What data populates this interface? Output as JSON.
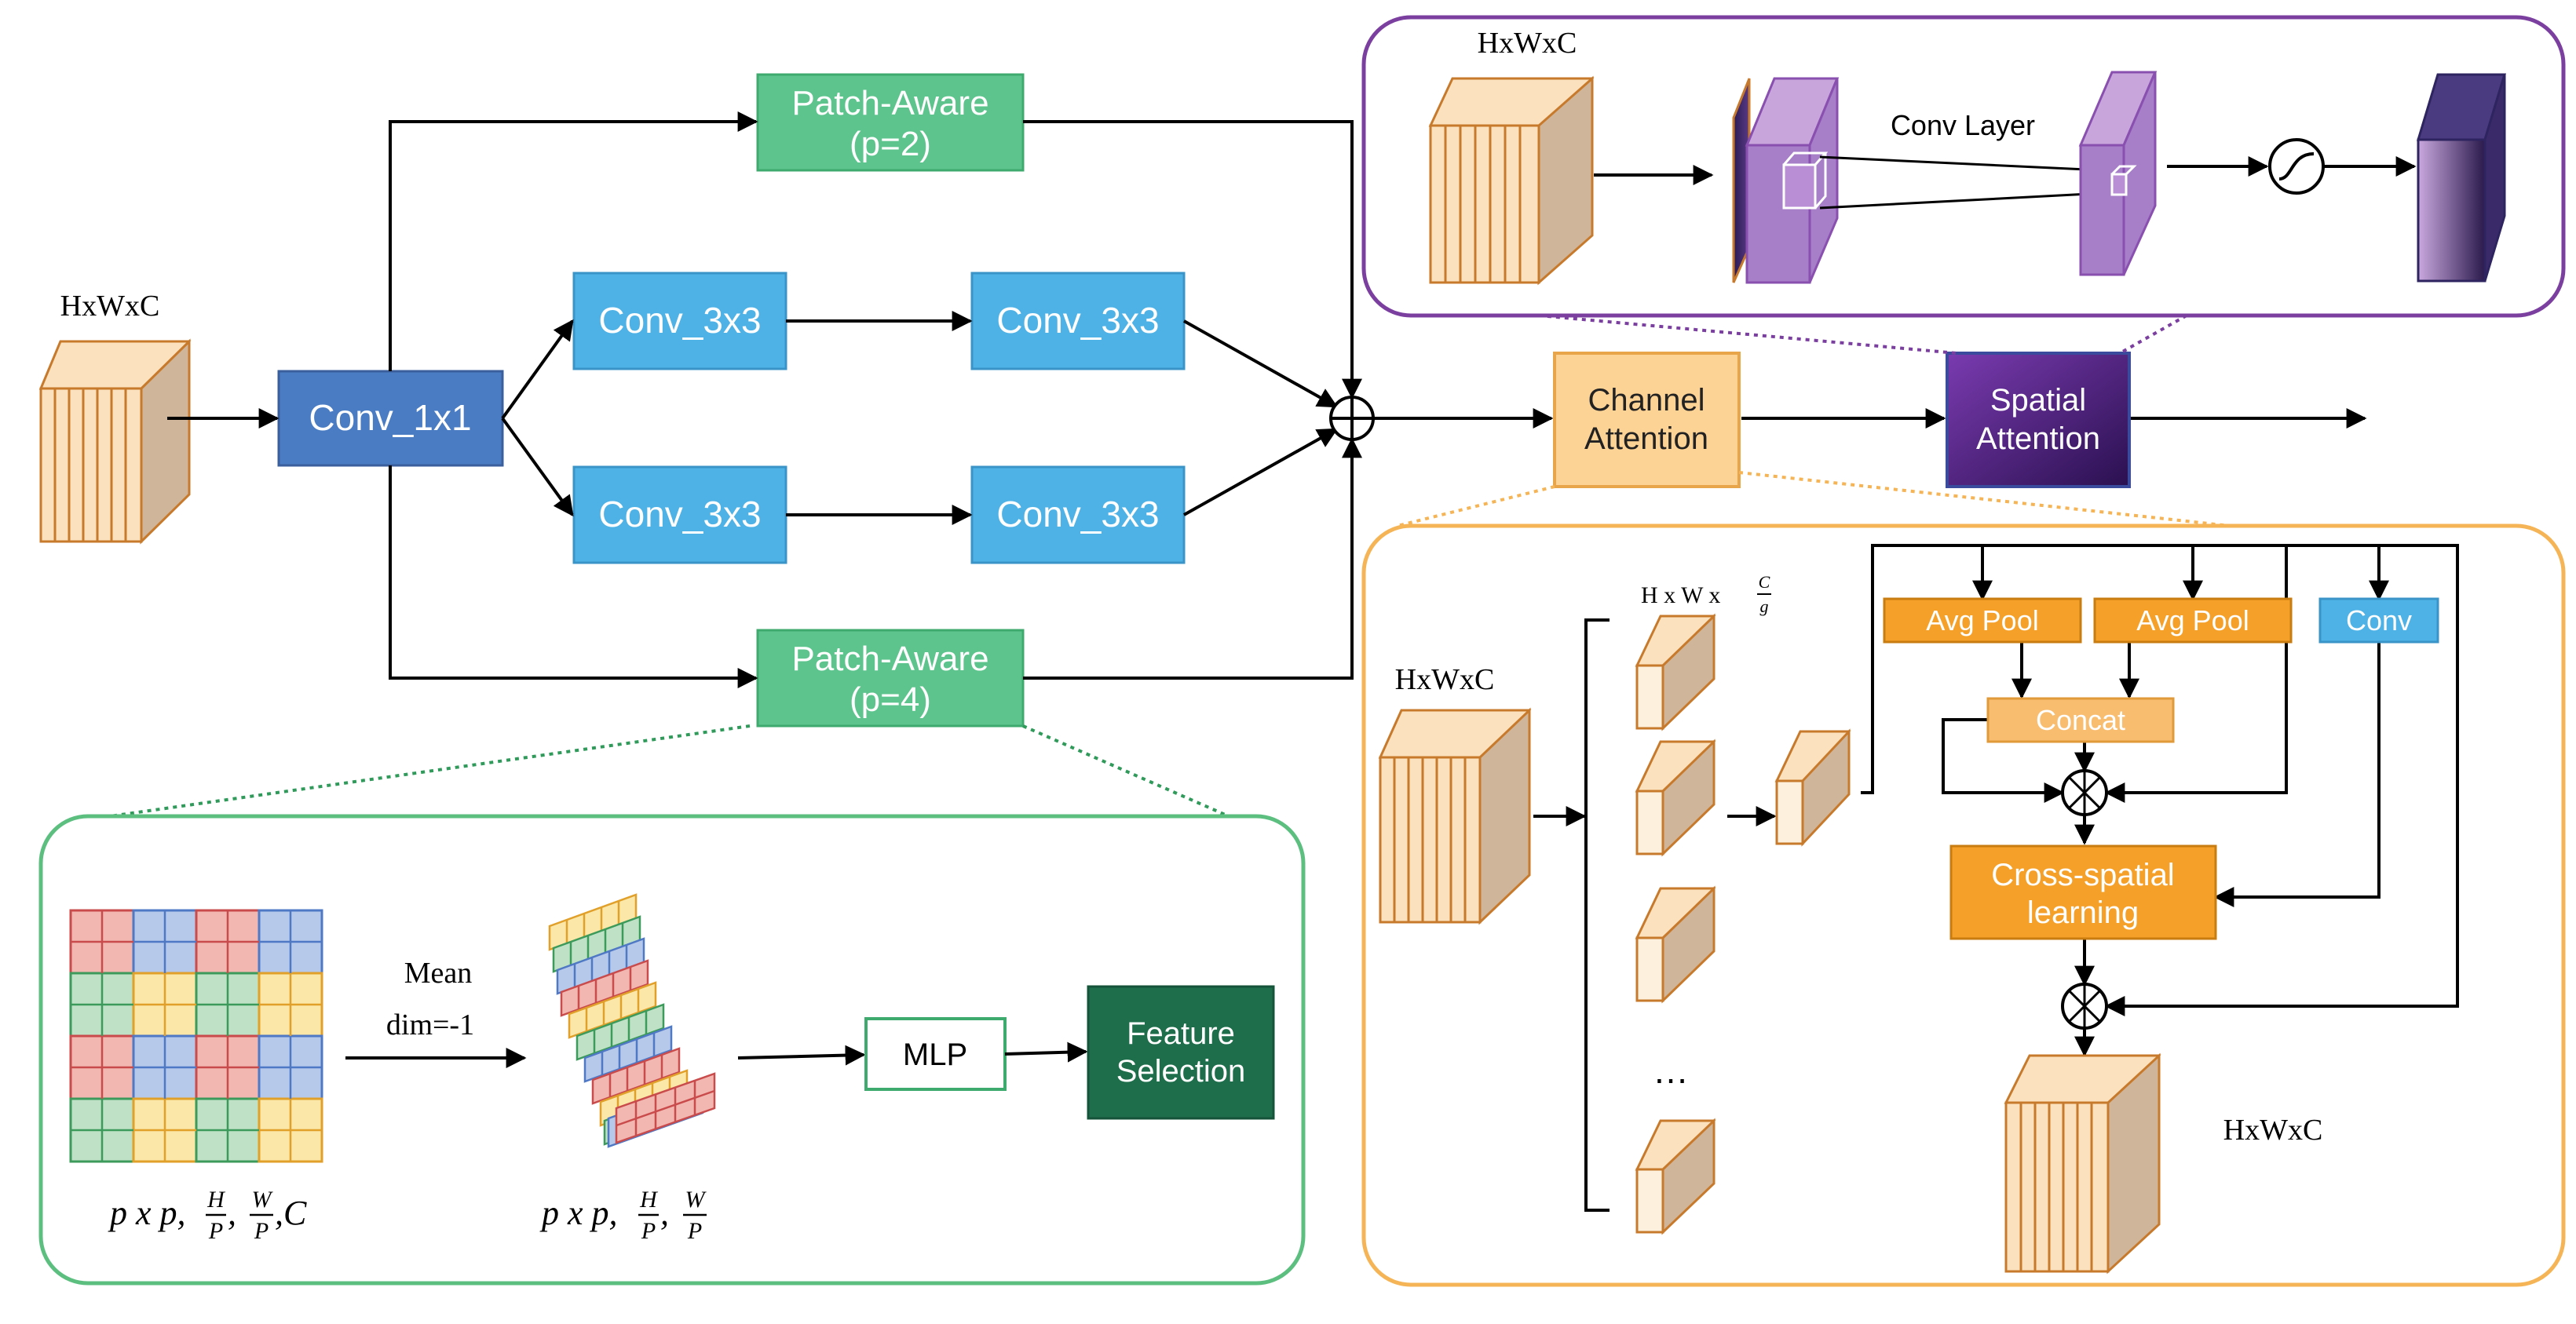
{
  "labels": {
    "input_dims": "HxWxC",
    "conv1x1": "Conv_1x1",
    "conv3x3": "Conv_3x3",
    "patch_aware_p2": {
      "line1": "Patch-Aware",
      "line2": "(p=2)"
    },
    "patch_aware_p4": {
      "line1": "Patch-Aware",
      "line2": "(p=4)"
    },
    "channel_attention": {
      "line1": "Channel",
      "line2": "Attention"
    },
    "spatial_attention": {
      "line1": "Spatial",
      "line2": "Attention"
    },
    "conv_layer": "Conv Layer",
    "mean": "Mean",
    "dim": "dim=-1",
    "mlp": "MLP",
    "feature_selection": {
      "line1": "Feature",
      "line2": "Selection"
    },
    "grid_caption": {
      "base": "p x p,",
      "f1_num": "H",
      "f1_den": "P",
      "f2_num": "W",
      "f2_den": "P",
      "tail": ",C"
    },
    "stack_caption": {
      "base": "p x p,",
      "f1_num": "H",
      "f1_den": "P",
      "f2_num": "W",
      "f2_den": "P"
    },
    "group_dims": {
      "base": "H x W x",
      "frac_num": "C",
      "frac_den": "g"
    },
    "avg_pool": "Avg Pool",
    "conv": "Conv",
    "concat": "Concat",
    "cross_spatial": {
      "line1": "Cross-spatial",
      "line2": "learning"
    },
    "ellipsis": "…"
  },
  "colors": {
    "conv1x1": "#4a7cc4",
    "conv3x3": "#4eb2e6",
    "patch_aware": "#5ec48e",
    "channel_attention": "#fdd295",
    "spatial_attention": "#5a2a90",
    "feature_selection": "#1e6e4c",
    "avg_pool": "#f5a028",
    "concat": "#f9bd70",
    "cross_spatial": "#f5a028",
    "purple_border": "#7b3fa0",
    "orange_border": "#f5b455",
    "green_border": "#5cbf80",
    "cube_front": "#fbe1bd",
    "cube_side": "#cfb59a",
    "cube_stroke": "#c87a2c"
  }
}
